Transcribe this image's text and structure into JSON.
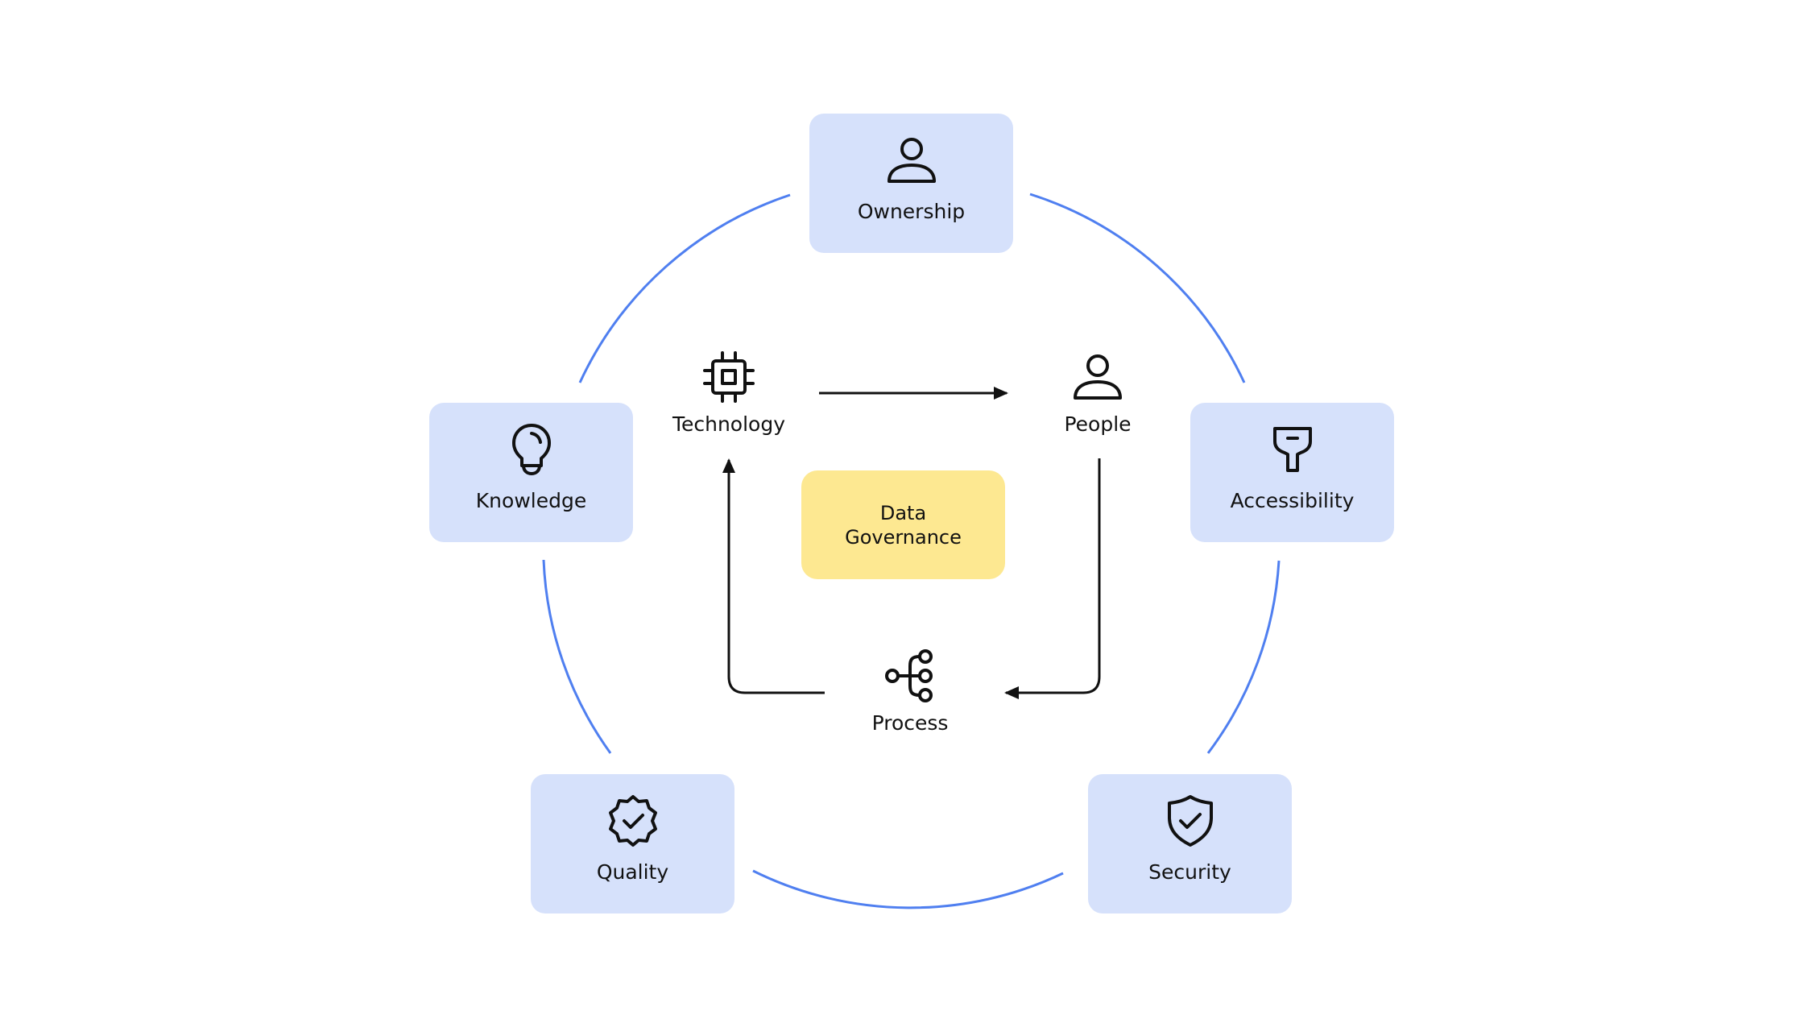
{
  "colors": {
    "pillar_fill": "#d6e1fb",
    "center_fill": "#fde891",
    "ring": "#4f7ff0",
    "ink": "#111111"
  },
  "center": {
    "label": "Data Governance"
  },
  "pillars": {
    "ownership": {
      "label": "Ownership",
      "icon": "person-icon"
    },
    "accessibility": {
      "label": "Accessibility",
      "icon": "key-icon"
    },
    "security": {
      "label": "Security",
      "icon": "shield-check-icon"
    },
    "quality": {
      "label": "Quality",
      "icon": "badge-check-icon"
    },
    "knowledge": {
      "label": "Knowledge",
      "icon": "lightbulb-icon"
    }
  },
  "cycle": {
    "technology": {
      "label": "Technology",
      "icon": "chip-icon"
    },
    "people": {
      "label": "People",
      "icon": "person-icon"
    },
    "process": {
      "label": "Process",
      "icon": "flow-tree-icon"
    }
  }
}
